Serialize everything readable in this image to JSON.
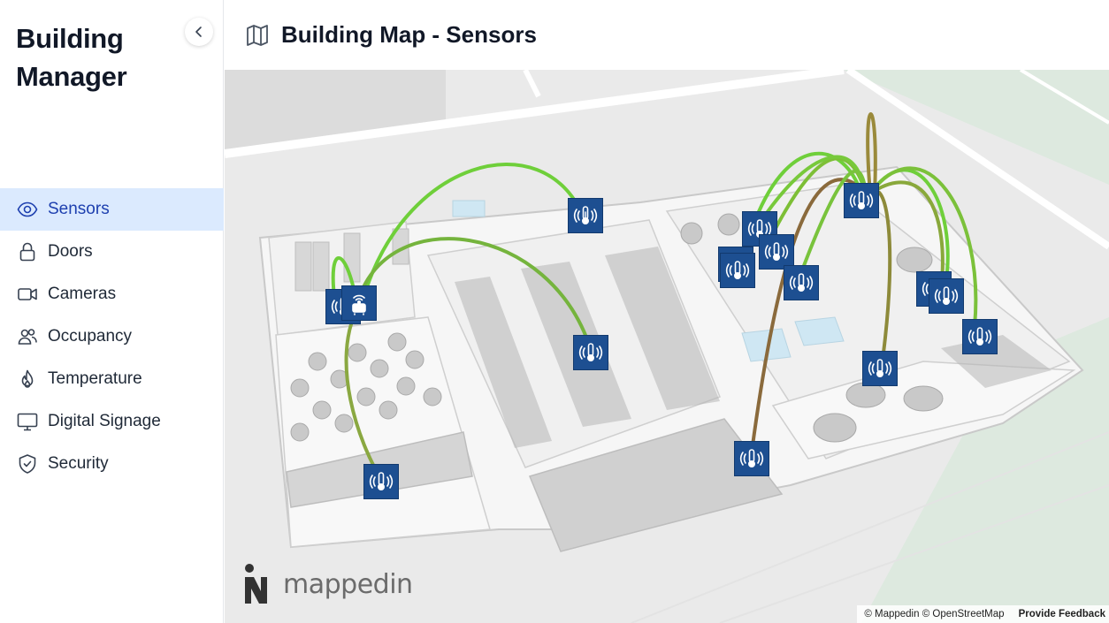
{
  "app": {
    "title_line1": "Building",
    "title_line2": "Manager"
  },
  "header": {
    "title": "Building Map - Sensors"
  },
  "sidebar": {
    "items": [
      {
        "label": "Sensors",
        "icon": "eye-icon",
        "active": true
      },
      {
        "label": "Doors",
        "icon": "lock-icon"
      },
      {
        "label": "Cameras",
        "icon": "video-camera-icon"
      },
      {
        "label": "Occupancy",
        "icon": "users-icon"
      },
      {
        "label": "Temperature",
        "icon": "flame-icon"
      },
      {
        "label": "Digital Signage",
        "icon": "monitor-icon"
      },
      {
        "label": "Security",
        "icon": "shield-check-icon"
      }
    ]
  },
  "map": {
    "logo_text": "mappedin",
    "attribution": "© Mappedin © OpenStreetMap",
    "feedback_label": "Provide Feedback",
    "sensor_icon": "thermometer-signal-icon",
    "hub_icon": "wifi-router-icon"
  },
  "colors": {
    "active_bg": "#dbeafe",
    "active_text": "#1e40af",
    "sensor_bg": "#1d4f91",
    "link_green": "#6fcf3a",
    "link_brown": "#8a6a3c"
  }
}
